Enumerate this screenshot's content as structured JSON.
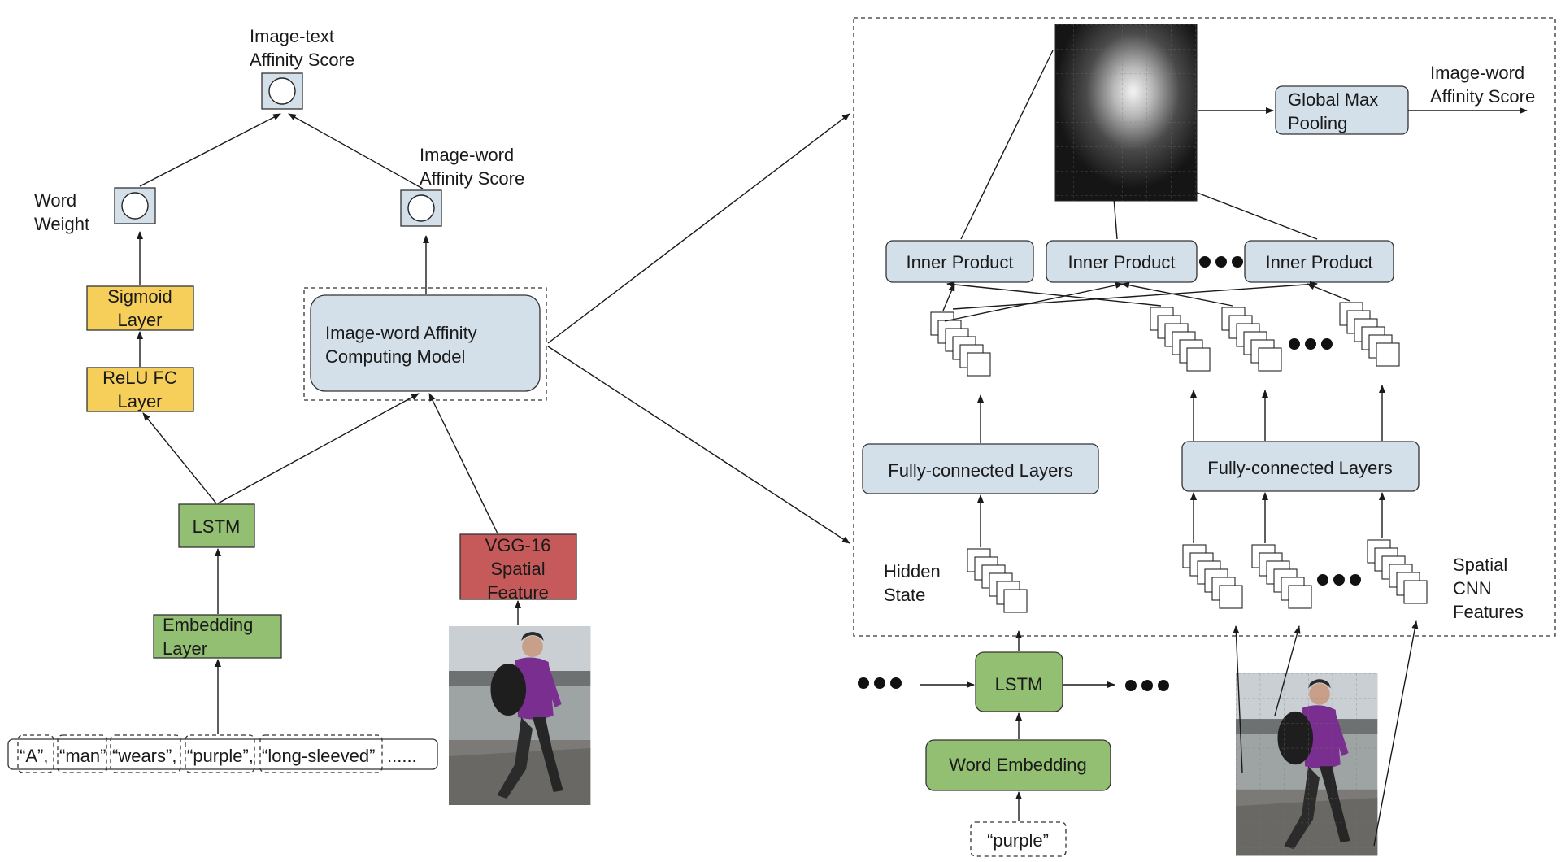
{
  "left": {
    "image_text_score_label": [
      "Image-text",
      "Affinity Score"
    ],
    "word_weight_label": [
      "Word",
      "Weight"
    ],
    "image_word_score_label": [
      "Image-word",
      "Affinity Score"
    ],
    "sigmoid_layer": [
      "Sigmoid",
      "Layer"
    ],
    "relu_fc_layer": [
      "ReLU FC",
      "Layer"
    ],
    "affinity_model": [
      "Image-word Affinity",
      "Computing Model"
    ],
    "lstm": "LSTM",
    "vgg_feature": [
      "VGG-16",
      "Spatial",
      "Feature"
    ],
    "embedding_layer": [
      "Embedding",
      "Layer"
    ],
    "tokens": [
      "“A”,",
      "“man”",
      "“wears”,",
      "“purple”,",
      "“long-sleeved”",
      "......"
    ]
  },
  "right": {
    "image_word_score_label": [
      "Image-word",
      "Affinity Score"
    ],
    "global_max_pooling": [
      "Global Max",
      "Pooling"
    ],
    "inner_product": "Inner Product",
    "fc_layers": "Fully-connected Layers",
    "hidden_state": [
      "Hidden",
      "State"
    ],
    "spatial_cnn_features": [
      "Spatial",
      "CNN",
      "Features"
    ],
    "lstm": "LSTM",
    "word_embedding": "Word Embedding",
    "input_word": "“purple”"
  },
  "colors": {
    "blue_box": "#d3dfe9",
    "yellow_box": "#f6cf5b",
    "green_box": "#93bf73",
    "red_box": "#c65a5a",
    "jacket_purple": "#7a2e8f"
  },
  "icons": [
    "circle-node-icon",
    "feature-map-stack-icon",
    "ellipsis-dots-icon",
    "person-photo",
    "attention-map-image"
  ]
}
